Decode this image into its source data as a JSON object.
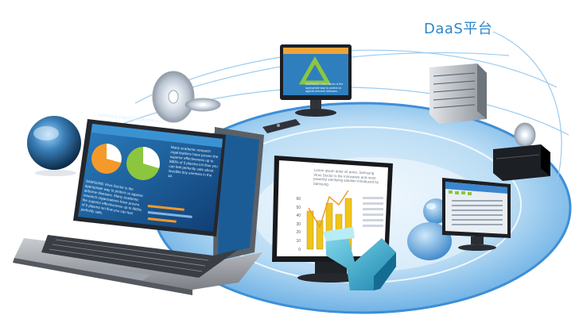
{
  "header": {
    "title": "DaaS平台"
  },
  "laptop_screen": {
    "heading": "Samsung Digital Diagnostics",
    "para_right": "Many academic research organizations have proven the superior effectiveness up to 880% of 5 plasma ion flow you can feel perfectly safe about invisible tiny enemies in the air.",
    "para_left": "SAMSUNG Virus Doctor is the appropriate way to protect us against airborne diseases. Many academic research organizations have proven the superior effectiveness up to 880% of 5 plasma ion flow you can feel perfectly safe."
  },
  "chart_monitor": {
    "text": "Lorem ipsum dolor sit amet, Samsung Virus Doctor is the innovative and most powerful sterilizing solution introduced by Samsung.",
    "y_ticks": [
      "60",
      "50",
      "40",
      "30",
      "20",
      "10",
      "0"
    ]
  },
  "presentation_monitor": {
    "text": "SAMSUNG Virus Doctor is the appropriate way to protect us against airborne diseases."
  },
  "colors": {
    "accent": "#2f86c8",
    "ring": "#1f7fd0",
    "orange": "#f39a2b",
    "green": "#8cc63f"
  }
}
